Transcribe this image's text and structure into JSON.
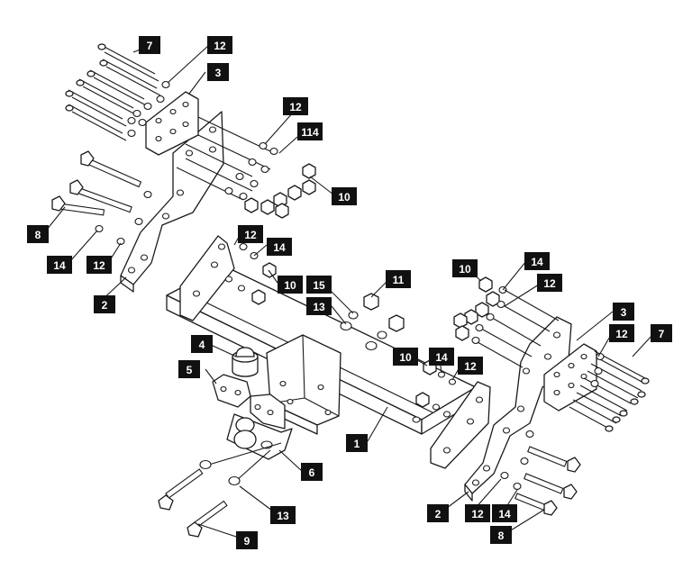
{
  "callouts": {
    "c1": "1",
    "c2a": "2",
    "c2b": "2",
    "c3a": "3",
    "c3b": "3",
    "c4": "4",
    "c5": "5",
    "c6": "6",
    "c7a": "7",
    "c7b": "7",
    "c8a": "8",
    "c8b": "8",
    "c9": "9",
    "c10a": "10",
    "c10b": "10",
    "c10c": "10",
    "c10d": "10",
    "c11": "11",
    "c12a": "12",
    "c12b": "12",
    "c12c": "12",
    "c12d": "12",
    "c12e": "12",
    "c12f": "12",
    "c12g": "12",
    "c12h": "12",
    "c13a": "13",
    "c13b": "13",
    "c14a": "114",
    "c14b": "14",
    "c14c": "14",
    "c14d": "14",
    "c14e": "14",
    "c14f": "14",
    "c15": "15"
  },
  "colors": {
    "line": "#1a1a1a",
    "tag_fill": "#111111",
    "tag_text": "#ffffff",
    "background": "#ffffff"
  }
}
